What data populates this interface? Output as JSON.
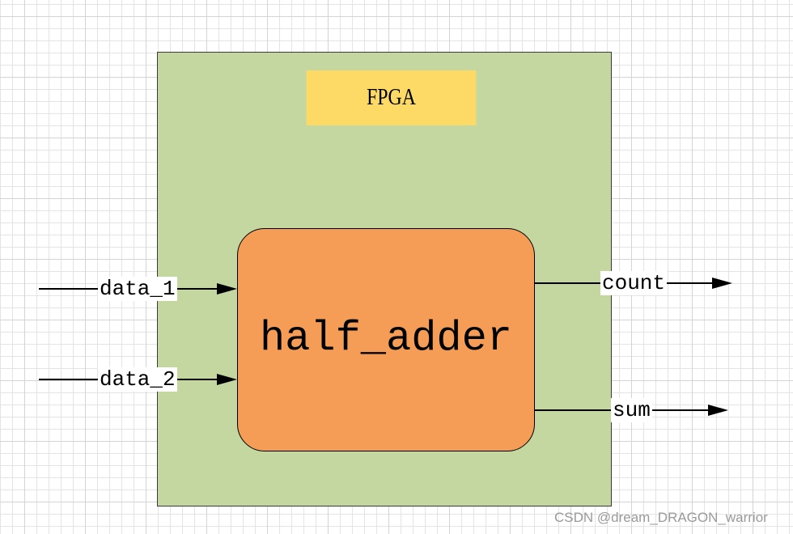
{
  "diagram": {
    "outer_block": {
      "label": "FPGA",
      "fill": "#c4d7a0",
      "label_fill": "#fdd966"
    },
    "module": {
      "label": "half_adder",
      "fill": "#f59d56"
    },
    "inputs": [
      {
        "label": "data_1"
      },
      {
        "label": "data_2"
      }
    ],
    "outputs": [
      {
        "label": "count"
      },
      {
        "label": "sum"
      }
    ]
  },
  "watermark": "CSDN @dream_DRAGON_warrior"
}
